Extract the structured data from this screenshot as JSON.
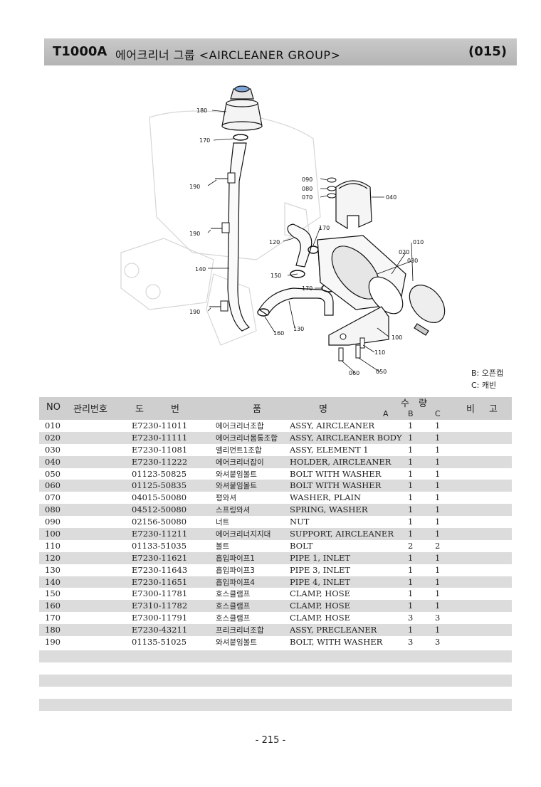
{
  "header": {
    "model": "T1000A",
    "title": "에어크리너 그룹 <AIRCLEANER GROUP>",
    "code": "(015)"
  },
  "diagram": {
    "callouts": [
      "180",
      "170",
      "190",
      "190",
      "140",
      "190",
      "090",
      "080",
      "070",
      "040",
      "170",
      "120",
      "010",
      "020",
      "030",
      "150",
      "170",
      "160",
      "130",
      "100",
      "110",
      "060",
      "050"
    ],
    "legend_b": "B: 오픈캡",
    "legend_c": "C: 캐빈"
  },
  "table": {
    "headers": {
      "no": "NO",
      "mgmt": "관리번호",
      "do": "도",
      "beon": "번",
      "pum": "품",
      "myeong": "명",
      "su": "수",
      "ryang": "량",
      "a": "A",
      "b": "B",
      "c": "C",
      "bi": "비",
      "go": "고"
    },
    "rows": [
      {
        "no": "010",
        "part": "E7230-11011",
        "kor": "에어크리너조합",
        "eng": "ASSY, AIRCLEANER",
        "b": "1",
        "c": "1"
      },
      {
        "no": "020",
        "part": "E7230-11111",
        "kor": "에어크리너몸통조합",
        "eng": "ASSY, AIRCLEANER BODY",
        "b": "1",
        "c": "1"
      },
      {
        "no": "030",
        "part": "E7230-11081",
        "kor": "엘리먼트1조합",
        "eng": "ASSY, ELEMENT 1",
        "b": "1",
        "c": "1"
      },
      {
        "no": "040",
        "part": "E7230-11222",
        "kor": "에어크리너잡이",
        "eng": "HOLDER, AIRCLEANER",
        "b": "1",
        "c": "1"
      },
      {
        "no": "050",
        "part": "01123-50825",
        "kor": "와셔붙임볼트",
        "eng": "BOLT WITH WASHER",
        "b": "1",
        "c": "1"
      },
      {
        "no": "060",
        "part": "01125-50835",
        "kor": "와셔붙임볼트",
        "eng": "BOLT WITH WASHER",
        "b": "1",
        "c": "1"
      },
      {
        "no": "070",
        "part": "04015-50080",
        "kor": "평와셔",
        "eng": "WASHER, PLAIN",
        "b": "1",
        "c": "1"
      },
      {
        "no": "080",
        "part": "04512-50080",
        "kor": "스프링와셔",
        "eng": "SPRING, WASHER",
        "b": "1",
        "c": "1"
      },
      {
        "no": "090",
        "part": "02156-50080",
        "kor": "너트",
        "eng": "NUT",
        "b": "1",
        "c": "1"
      },
      {
        "no": "100",
        "part": "E7230-11211",
        "kor": "에어크리너지지대",
        "eng": "SUPPORT, AIRCLEANER",
        "b": "1",
        "c": "1"
      },
      {
        "no": "110",
        "part": "01133-51035",
        "kor": "볼트",
        "eng": "BOLT",
        "b": "2",
        "c": "2"
      },
      {
        "no": "120",
        "part": "E7230-11621",
        "kor": "흡입파이프1",
        "eng": "PIPE 1, INLET",
        "b": "1",
        "c": "1"
      },
      {
        "no": "130",
        "part": "E7230-11643",
        "kor": "흡입파이프3",
        "eng": "PIPE 3, INLET",
        "b": "1",
        "c": "1"
      },
      {
        "no": "140",
        "part": "E7230-11651",
        "kor": "흡입파이프4",
        "eng": "PIPE 4, INLET",
        "b": "1",
        "c": "1"
      },
      {
        "no": "150",
        "part": "E7300-11781",
        "kor": "호스클램프",
        "eng": "CLAMP, HOSE",
        "b": "1",
        "c": "1"
      },
      {
        "no": "160",
        "part": "E7310-11782",
        "kor": "호스클램프",
        "eng": "CLAMP, HOSE",
        "b": "1",
        "c": "1"
      },
      {
        "no": "170",
        "part": "E7300-11791",
        "kor": "호스클램프",
        "eng": "CLAMP, HOSE",
        "b": "3",
        "c": "3"
      },
      {
        "no": "180",
        "part": "E7230-43211",
        "kor": "프리크리너조합",
        "eng": "ASSY, PRECLEANER",
        "b": "1",
        "c": "1"
      },
      {
        "no": "190",
        "part": "01135-51025",
        "kor": "와셔붙임볼트",
        "eng": "BOLT, WITH WASHER",
        "b": "3",
        "c": "3"
      }
    ]
  },
  "footer": {
    "page": "- 215 -"
  }
}
